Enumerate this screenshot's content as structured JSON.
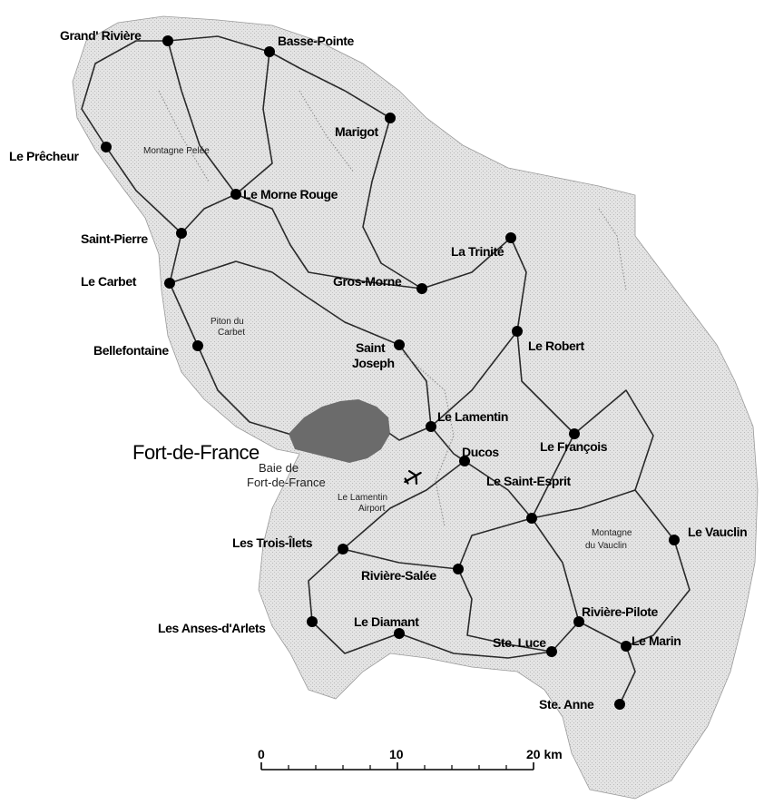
{
  "towns": [
    {
      "id": "grand-riviere",
      "name": "Grand' Rivière"
    },
    {
      "id": "basse-pointe",
      "name": "Basse-Pointe"
    },
    {
      "id": "marigot",
      "name": "Marigot"
    },
    {
      "id": "le-precheur",
      "name": "Le Prêcheur"
    },
    {
      "id": "le-morne-rouge",
      "name": "Le Morne Rouge"
    },
    {
      "id": "saint-pierre",
      "name": "Saint-Pierre"
    },
    {
      "id": "la-trinite",
      "name": "La Trinité"
    },
    {
      "id": "le-carbet",
      "name": "Le Carbet"
    },
    {
      "id": "gros-morne",
      "name": "Gros-Morne"
    },
    {
      "id": "le-robert",
      "name": "Le Robert"
    },
    {
      "id": "bellefontaine",
      "name": "Bellefontaine"
    },
    {
      "id": "saint-joseph-1",
      "name": "Saint"
    },
    {
      "id": "saint-joseph-2",
      "name": "Joseph"
    },
    {
      "id": "le-lamentin",
      "name": "Le Lamentin"
    },
    {
      "id": "le-francois",
      "name": "Le François"
    },
    {
      "id": "ducos",
      "name": "Ducos"
    },
    {
      "id": "le-saint-esprit",
      "name": "Le Saint-Esprit"
    },
    {
      "id": "le-vauclin",
      "name": "Le Vauclin"
    },
    {
      "id": "les-trois-ilets",
      "name": "Les Trois-Îlets"
    },
    {
      "id": "riviere-salee",
      "name": "Rivière-Salée"
    },
    {
      "id": "les-anses-darlets",
      "name": "Les Anses-d'Arlets"
    },
    {
      "id": "le-diamant",
      "name": "Le Diamant"
    },
    {
      "id": "riviere-pilote",
      "name": "Rivière-Pilote"
    },
    {
      "id": "ste-luce",
      "name": "Ste. Luce"
    },
    {
      "id": "le-marin",
      "name": "Le Marin"
    },
    {
      "id": "ste-anne",
      "name": "Ste. Anne"
    }
  ],
  "capital": {
    "name": "Fort-de-France"
  },
  "features": {
    "montagne_pelee": "Montagne Pelée",
    "piton_du_carbet_1": "Piton du",
    "piton_du_carbet_2": "Carbet",
    "baie_1": "Baie de",
    "baie_2": "Fort-de-France",
    "airport_1": "Le Lamentin",
    "airport_2": "Airport",
    "montagne_vauclin_1": "Montagne",
    "montagne_vauclin_2": "du Vauclin"
  },
  "scale": {
    "labels": [
      "0",
      "10",
      "20 km"
    ]
  },
  "colors": {
    "land": "#e1e1e1",
    "urban": "#6b6b6b",
    "road": "#2a2a2a",
    "dot": "#000000"
  }
}
